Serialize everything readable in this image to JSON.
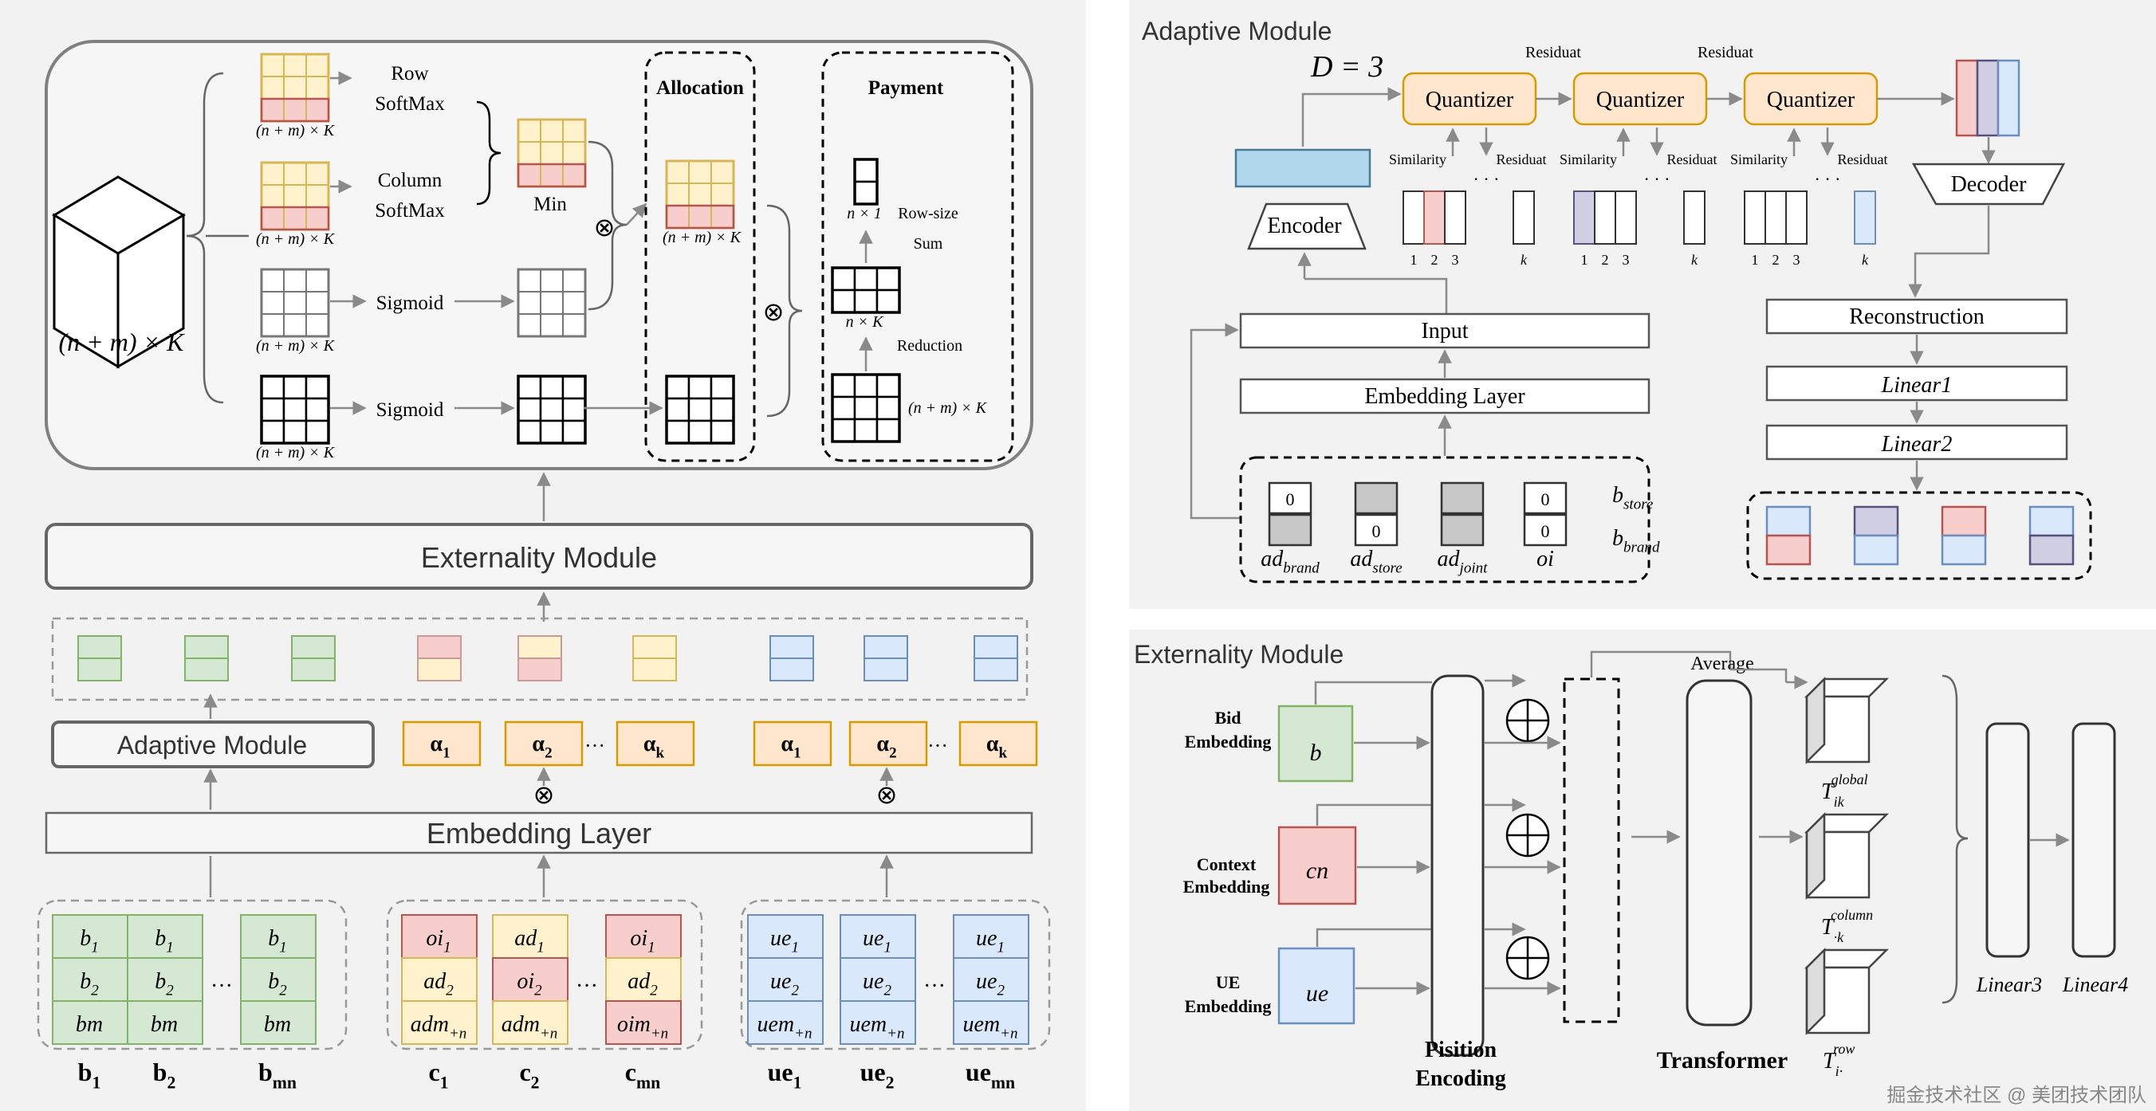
{
  "colors": {
    "panel_bg": "#f2f2f2",
    "green": "#d5e8d4",
    "green_stroke": "#82b366",
    "red": "#f8cecc",
    "red_stroke": "#b85450",
    "yellow": "#fff2cc",
    "yellow_stroke": "#d6b656",
    "blue": "#dae8fc",
    "blue_stroke": "#6c8ebf",
    "purple": "#d0cee2",
    "purple_stroke": "#56517e",
    "orange": "#ffe6cc",
    "orange_stroke": "#d79b00",
    "encoder_bar": "#b1d8ec"
  },
  "left": {
    "mechanism": {
      "cube_label": "(n + m) × K",
      "row_softmax": "Row SoftMax",
      "row_softmax_l1": "Row",
      "row_softmax_l2": "SoftMax",
      "column_softmax_l1": "Column",
      "column_softmax_l2": "SoftMax",
      "sigmoid": "Sigmoid",
      "min": "Min",
      "grid_caption": "(n + m) × K",
      "allocation": "Allocation",
      "payment": "Payment",
      "n_by_1": "n × 1",
      "row_size_sum_l1": "Row-size",
      "row_size_sum_l2": "Sum",
      "n_by_K": "n × K",
      "reduction": "Reduction",
      "otimes": "⊗"
    },
    "externality_module": "Externality Module",
    "adaptive_module": "Adaptive Module",
    "embedding_layer": "Embedding Layer",
    "alphas": [
      "α1",
      "α2",
      "···",
      "αk"
    ],
    "groups": [
      {
        "columns": [
          [
            "b1",
            "b2",
            "bm"
          ],
          [
            "b1",
            "b2",
            "bm"
          ],
          [
            "b1",
            "b2",
            "bm"
          ]
        ],
        "labels": [
          "b1",
          "b2",
          "bmn"
        ]
      },
      {
        "columns": [
          [
            "oi1",
            "ad2",
            "adm+n"
          ],
          [
            "ad1",
            "oi2",
            "adm+n"
          ],
          [
            "oi1",
            "ad2",
            "oim+n"
          ]
        ],
        "labels": [
          "c1",
          "c2",
          "cmn"
        ]
      },
      {
        "columns": [
          [
            "ue1",
            "ue2",
            "uem+n"
          ],
          [
            "ue1",
            "ue2",
            "uem+n"
          ],
          [
            "ue1",
            "ue2",
            "uem+n"
          ]
        ],
        "labels": [
          "ue1",
          "ue2",
          "uemn"
        ]
      }
    ]
  },
  "adaptive": {
    "title": "Adaptive Module",
    "depth": "D = 3",
    "quantizer": "Quantizer",
    "residual": "Residuat",
    "similarity": "Similarity",
    "encoder": "Encoder",
    "decoder": "Decoder",
    "input": "Input",
    "embedding_layer": "Embedding Layer",
    "reconstruction": "Reconstruction",
    "linear1": "Linear1",
    "linear2": "Linear2",
    "codebook_ticks": [
      "1",
      "2",
      "3",
      "k"
    ],
    "dots": "· · ·",
    "b_store": "bstore",
    "b_brand": "bbrand",
    "ad_items": [
      "adbrand",
      "adstore",
      "adjoint",
      "oi"
    ],
    "zero": "0"
  },
  "externality": {
    "title": "Externality Module",
    "bid_embedding_l1": "Bid",
    "bid_embedding_l2": "Embedding",
    "context_embedding_l1": "Context",
    "context_embedding_l2": "Embedding",
    "ue_embedding_l1": "UE",
    "ue_embedding_l2": "Embedding",
    "b": "b",
    "cn": "cn",
    "ue": "ue",
    "position_encoding_l1": "Pisition",
    "position_encoding_l2": "Encoding",
    "average": "Average",
    "transformer": "Transformer",
    "t_global": "Tik global",
    "t_column": "T·k column",
    "t_row": "Ti· row",
    "linear3": "Linear3",
    "linear4": "Linear4"
  },
  "watermark": "掘金技术社区 @ 美团技术团队"
}
